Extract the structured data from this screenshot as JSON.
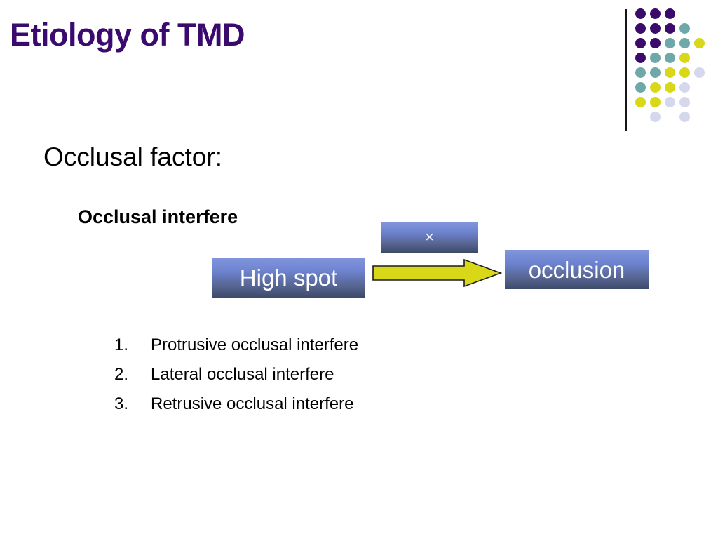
{
  "slide": {
    "title": "Etiology of TMD",
    "title_color": "#3a0a6e",
    "background": "#ffffff"
  },
  "logo": {
    "name": "dot-matrix-logo",
    "colors": {
      "purple": "#3b0a6b",
      "teal": "#6fa8a8",
      "yellow": "#d8d718",
      "lavender": "#d5d7ec",
      "rule": "#16161a"
    },
    "grid": {
      "cell": 21,
      "dot_size": 15,
      "rows": [
        [
          "purple",
          "purple",
          "purple",
          null,
          null
        ],
        [
          "purple",
          "purple",
          "purple",
          "teal",
          null
        ],
        [
          "purple",
          "purple",
          "teal",
          "teal",
          "yellow"
        ],
        [
          "purple",
          "teal",
          "teal",
          "yellow",
          null
        ],
        [
          "teal",
          "teal",
          "yellow",
          "yellow",
          "lavender"
        ],
        [
          "teal",
          "yellow",
          "yellow",
          "lavender",
          null
        ],
        [
          "yellow",
          "yellow",
          "lavender",
          "lavender",
          null
        ],
        [
          null,
          "lavender",
          null,
          "lavender",
          null
        ]
      ]
    }
  },
  "body": {
    "heading": "Occlusal factor:",
    "subheading": "Occlusal interfere"
  },
  "diagram": {
    "box_gradient_top": "#8296de",
    "box_gradient_bottom": "#3e4a6b",
    "arrow_fill": "#d8d718",
    "arrow_stroke": "#1c1c1c",
    "cross_box_label": "×",
    "cross_box_name": "multiplication-sign",
    "source_box_label": "High spot",
    "target_box_label": "occlusion"
  },
  "list": {
    "items": [
      {
        "number": "1.",
        "text": "Protrusive occlusal interfere"
      },
      {
        "number": "2.",
        "text": "Lateral occlusal interfere"
      },
      {
        "number": "3.",
        "text": "Retrusive occlusal interfere"
      }
    ]
  }
}
